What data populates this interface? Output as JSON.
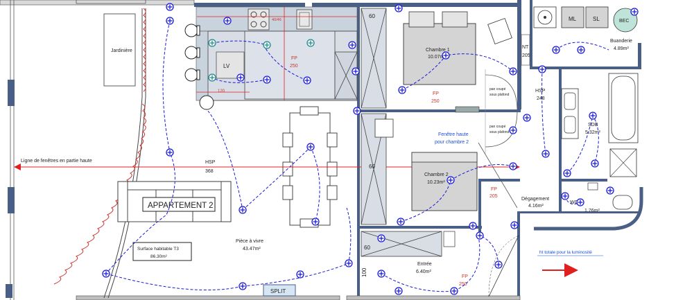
{
  "rooms": {
    "jardiniere": "Jardinière",
    "chambre1_name": "Chambre 1",
    "chambre1_area": "10.07m²",
    "chambre2_name": "Chambre 2",
    "chambre2_area": "10.23m²",
    "piece_name": "Pièce à vivre",
    "piece_area": "43.47m²",
    "entree_name": "Entrée",
    "entree_area": "6.40m²",
    "degagement_name": "Dégagement",
    "degagement_area": "4.16m²",
    "buanderie_name": "Buanderie",
    "buanderie_area": "4.89m²",
    "sdb_name": "SDB",
    "sdb_area": "5.32m²",
    "wc_name": "WC",
    "wc_area": "1.76m²"
  },
  "equipment": {
    "ml": "ML",
    "sl": "SL",
    "bec": "BEC",
    "lv": "LV",
    "split": "SPLIT",
    "placard_60": "60",
    "placard_100": "100"
  },
  "labels": {
    "apartment": "APPARTEMENT 2",
    "surface_title": "Surface habitable T3",
    "surface_value": "86.30m²",
    "hsp": "HSP",
    "hsp_main": "368",
    "hsp_sdb": "248",
    "fp": "FP",
    "fp_kitchen": "250",
    "fp_chambre1": "250",
    "fp_degagement": "205",
    "fp_entree": "250",
    "fenetres_haute": "Ligne de fenêtres en partie haute",
    "fenetre_chambre2_line1": "Fenêtre haute",
    "fenetre_chambre2_line2": "pour chambre 2",
    "pan_coupe_line1": "pan coupé",
    "pan_coupe_line2": "sous plafond",
    "ht_totale": "ht totale pour la luminosité",
    "int_fragment": "NT",
    "num_205": "205",
    "dim_4046": "40/46",
    "dim_120": "120"
  },
  "colors": {
    "wall": "#4a5f86",
    "kitchen_fill": "#c9d3de",
    "fixture_fill": "#d4d4d4",
    "red_line": "#e02020",
    "fp_red": "#c0392b",
    "light_blue": "#1a1ad6",
    "teal_light": "#1a8b8b",
    "bec_fill": "#bfe3d8"
  }
}
